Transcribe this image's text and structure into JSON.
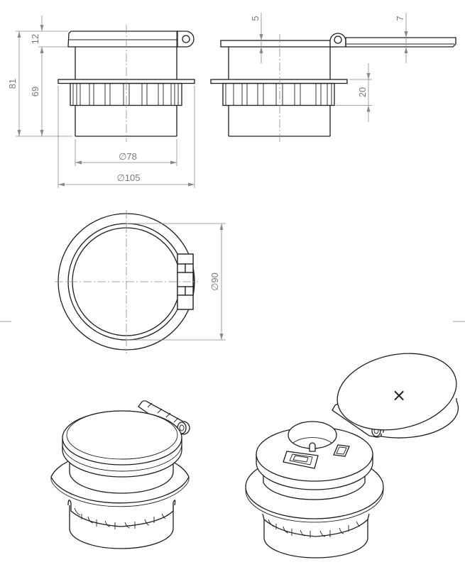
{
  "drawing": {
    "type": "technical-drawing",
    "subject": "round desk grommet power socket with hinged lid",
    "views": [
      {
        "id": "front-view",
        "name": "Front elevation (lid closed)"
      },
      {
        "id": "side-view",
        "name": "Side elevation (lid open)"
      },
      {
        "id": "top-view",
        "name": "Top view"
      },
      {
        "id": "iso-closed",
        "name": "Isometric view, lid closed"
      },
      {
        "id": "iso-open",
        "name": "Isometric view, lid open"
      }
    ],
    "dimensions": {
      "front": {
        "total_height": "81",
        "body_height": "69",
        "lid_height": "12",
        "body_diameter": "∅78",
        "flange_diameter": "∅105"
      },
      "side": {
        "lid_thickness": "5",
        "open_lid_thickness": "7",
        "ring_height": "20"
      },
      "top": {
        "lid_diameter": "∅90"
      }
    },
    "iso_open": {
      "lid_symbol": "×"
    },
    "colors": {
      "outline": "#1e1e1e",
      "dimension": "#8a8a8a",
      "background": "#ffffff"
    }
  }
}
